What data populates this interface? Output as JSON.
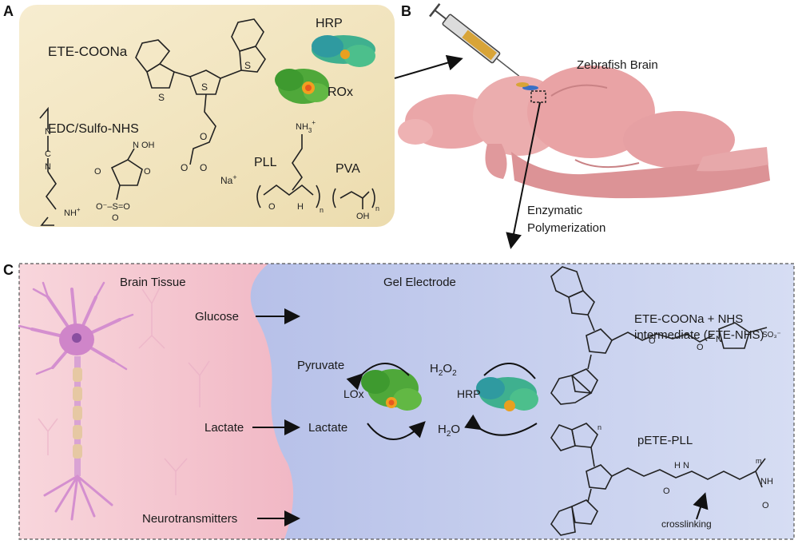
{
  "panels": {
    "a": "A",
    "b": "B",
    "c": "C"
  },
  "panel_a": {
    "ete_coona": "ETE-COONa",
    "hrp": "HRP",
    "rox": "ROx",
    "edc": "EDC/Sulfo-NHS",
    "pll": "PLL",
    "pva": "PVA",
    "na": "Na",
    "nh3": "NH",
    "oh_small": "OH"
  },
  "panel_b": {
    "brain": "Zebrafish Brain",
    "process": [
      "Enzymatic",
      "Polymerization"
    ]
  },
  "panel_c": {
    "tissue": "Brain Tissue",
    "gel": "Gel Electrode",
    "glucose": "Glucose",
    "lactate_left": "Lactate",
    "neuro": "Neurotransmitters",
    "pyruvate": "Pyruvate",
    "lox": "LOx",
    "lactate_right": "Lactate",
    "h2o2": "H",
    "h2o2_sub": "2",
    "h2o2_o": "O",
    "h2o2_sub2": "2",
    "hrp": "HRP",
    "h2o": "H",
    "h2o_sub": "2",
    "h2o_o": "O",
    "ete_nhs_1": "ETE-COONa + NHS",
    "ete_nhs_2": "intermediate (ETE-NHS)",
    "pete_pll": "pETE-PLL",
    "crosslinking": "crosslinking"
  },
  "colors": {
    "panel_a_bg": "#f3e7c4",
    "tissue": "#f6c9d2",
    "gel": "#bcc7ec",
    "brain": "#eaa6a8",
    "enzyme_green": "#4fa83a",
    "enzyme_teal": "#2f9aa0",
    "neuron": "#d48fcf"
  }
}
